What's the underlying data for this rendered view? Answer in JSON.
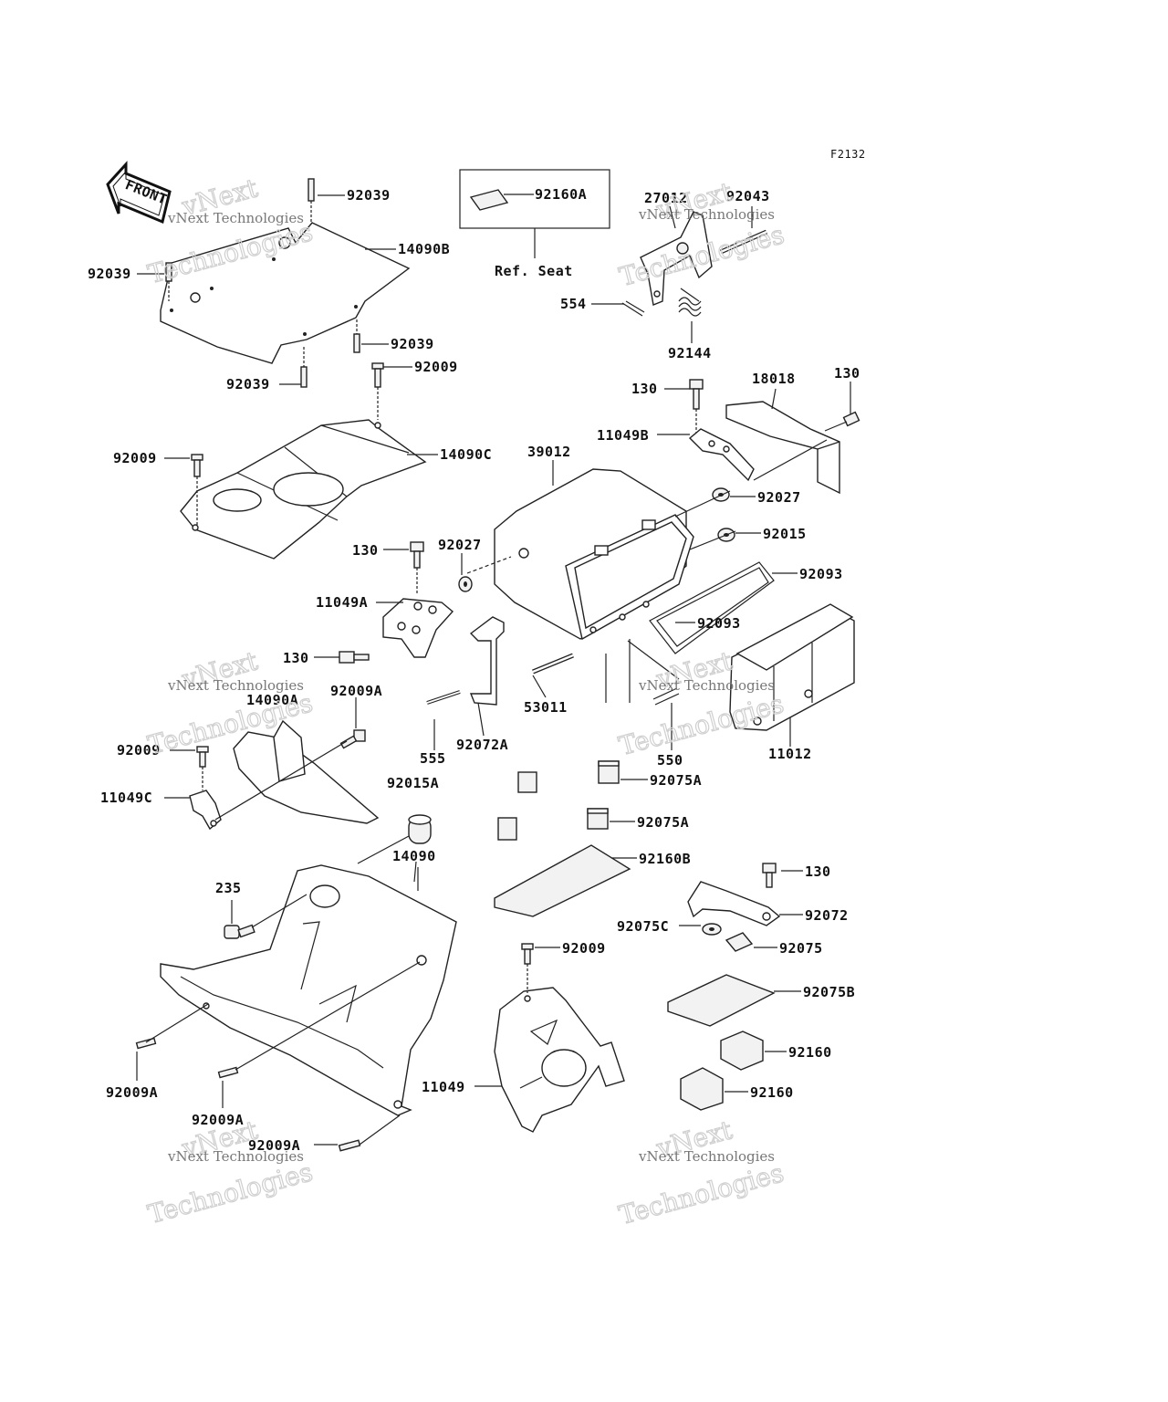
{
  "figure_code": "F2132",
  "front_arrow": {
    "text": "FRONT",
    "icon": "front-arrow-icon"
  },
  "ref_box": {
    "part": "92160A",
    "note": "Ref. Seat"
  },
  "watermark": {
    "line1": "vNext Technologies",
    "line2a": "vNext",
    "line2b": "Technologies"
  },
  "callouts": [
    {
      "id": "c01",
      "text": "92039"
    },
    {
      "id": "c02",
      "text": "14090B"
    },
    {
      "id": "c03",
      "text": "92039"
    },
    {
      "id": "c04",
      "text": "92039"
    },
    {
      "id": "c05",
      "text": "92039"
    },
    {
      "id": "c06",
      "text": "92009"
    },
    {
      "id": "c07",
      "text": "92009"
    },
    {
      "id": "c08",
      "text": "14090C"
    },
    {
      "id": "c09",
      "text": "27012"
    },
    {
      "id": "c10",
      "text": "92043"
    },
    {
      "id": "c11",
      "text": "554"
    },
    {
      "id": "c12",
      "text": "92144"
    },
    {
      "id": "c13",
      "text": "130"
    },
    {
      "id": "c14",
      "text": "18018"
    },
    {
      "id": "c15",
      "text": "130"
    },
    {
      "id": "c16",
      "text": "11049B"
    },
    {
      "id": "c17",
      "text": "39012"
    },
    {
      "id": "c18",
      "text": "92027"
    },
    {
      "id": "c19",
      "text": "92015"
    },
    {
      "id": "c20",
      "text": "92093"
    },
    {
      "id": "c21",
      "text": "92093"
    },
    {
      "id": "c22",
      "text": "130"
    },
    {
      "id": "c23",
      "text": "92027"
    },
    {
      "id": "c24",
      "text": "11049A"
    },
    {
      "id": "c25",
      "text": "130"
    },
    {
      "id": "c26",
      "text": "53011"
    },
    {
      "id": "c27",
      "text": "14090A"
    },
    {
      "id": "c28",
      "text": "92009A"
    },
    {
      "id": "c29",
      "text": "92009"
    },
    {
      "id": "c30",
      "text": "555"
    },
    {
      "id": "c31",
      "text": "92072A"
    },
    {
      "id": "c32",
      "text": "550"
    },
    {
      "id": "c33",
      "text": "11012"
    },
    {
      "id": "c34",
      "text": "11049C"
    },
    {
      "id": "c35",
      "text": "92015A"
    },
    {
      "id": "c36",
      "text": "92075A"
    },
    {
      "id": "c37",
      "text": "92075A"
    },
    {
      "id": "c38",
      "text": "14090"
    },
    {
      "id": "c39",
      "text": "92160B"
    },
    {
      "id": "c40",
      "text": "130"
    },
    {
      "id": "c41",
      "text": "235"
    },
    {
      "id": "c42",
      "text": "92072"
    },
    {
      "id": "c43",
      "text": "92075C"
    },
    {
      "id": "c44",
      "text": "92075"
    },
    {
      "id": "c45",
      "text": "92009"
    },
    {
      "id": "c46",
      "text": "92075B"
    },
    {
      "id": "c47",
      "text": "92160"
    },
    {
      "id": "c48",
      "text": "92009A"
    },
    {
      "id": "c49",
      "text": "11049"
    },
    {
      "id": "c50",
      "text": "92160"
    },
    {
      "id": "c51",
      "text": "92009A"
    },
    {
      "id": "c52",
      "text": "92009A"
    }
  ]
}
